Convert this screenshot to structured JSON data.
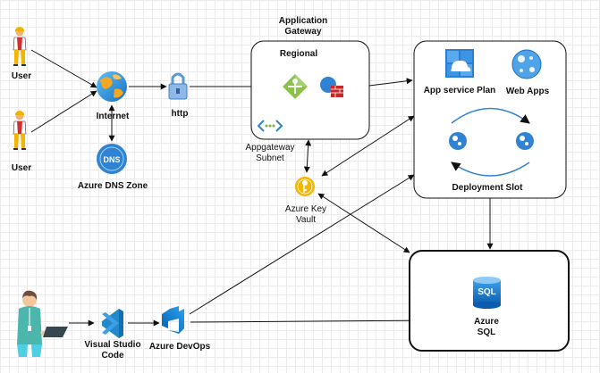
{
  "labels": {
    "user_1": "User",
    "user_2": "User",
    "internet": "Internet",
    "http": "http",
    "dns_zone": "Azure DNS Zone",
    "app_gateway_line1": "Application",
    "app_gateway_line2": "Gateway",
    "regional": "Regional",
    "appgw_subnet_line1": "Appgateway",
    "appgw_subnet_line2": "Subnet",
    "app_service_plan": "App service Plan",
    "web_apps": "Web Apps",
    "deployment_slot": "Deployment Slot",
    "key_vault_line1": "Azure Key",
    "key_vault_line2": "Vault",
    "azure_sql_line1": "Azure",
    "azure_sql_line2": "SQL",
    "sql_badge": "SQL",
    "dns_badge": "DNS",
    "visual_studio_line1": "Visual Studio",
    "visual_studio_line2": "Code",
    "azure_devops": "Azure DevOps"
  },
  "colors": {
    "line": "#111111",
    "azure_blue": "#0078d4",
    "gateway_green": "#7cb342",
    "keyvault_gold": "#f2b705",
    "firewall_red": "#c62828",
    "vscode_blue": "#2489ca"
  },
  "icons": [
    "user-icon",
    "globe-icon",
    "lock-icon",
    "dns-icon",
    "app-gateway-icon",
    "firewall-icon",
    "subnet-icon",
    "app-service-plan-icon",
    "web-apps-icon",
    "key-vault-icon",
    "sql-database-icon",
    "developer-icon",
    "vscode-icon",
    "azure-devops-icon"
  ]
}
